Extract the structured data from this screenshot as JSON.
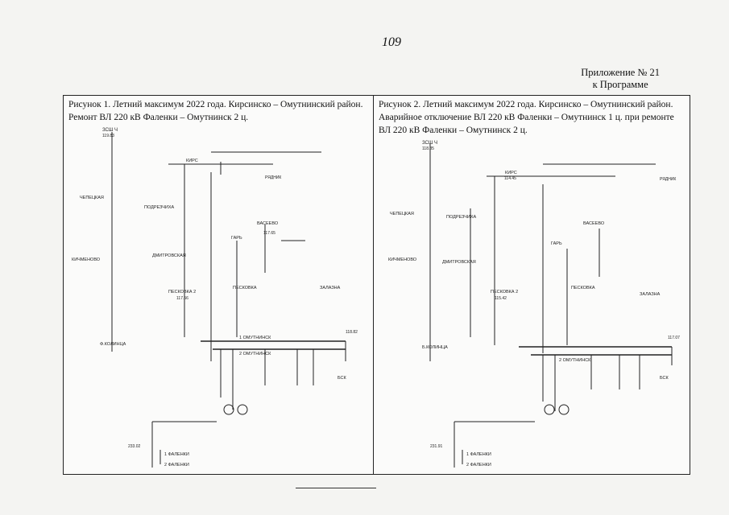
{
  "page_number": "109",
  "appendix": {
    "line1": "Приложение № 21",
    "line2": "к Программе"
  },
  "figure1": {
    "caption": "Рисунок 1. Летний максимум 2022 года. Кирсинско – Омутнинский район. Ремонт ВЛ 220 кВ Фаленки – Омутнинск  2 ц.",
    "labels": {
      "top": "ЗСШ Ч",
      "kirs": "КИРС",
      "chepetsk": "ЧЕПЕЦКАЯ",
      "podrez": "ПОДРЕЗЧИХА",
      "gar": "ГАРЬ",
      "vaseevo": "ВАСЕЕВО",
      "kozhebkino": "КИЧМЕНОВО",
      "kirs_ryad": "РЯДНИК",
      "dmitr": "ДМИТРОВСКАЯ",
      "peskovka2": "ПЕСКОВКА 2",
      "peskovka": "ПЕСКОВКА",
      "ometn1": "1 ОМУТНИНСК",
      "ometn2": "2 ОМУТНИНСК",
      "zalaz": "ЗАЛАЗНА",
      "frontier": "Ф.КОЛИНЦА",
      "falenki1": "1 ФАЛЕНКИ",
      "falenki2": "2 ФАЛЕНКИ",
      "bsk": "БСК",
      "v1": "119.83",
      "v2": "117.65",
      "v3": "117.56",
      "v4": "118.82",
      "v5": "233.02"
    }
  },
  "figure2": {
    "caption": "Рисунок 2. Летний максимум 2022 года. Кирсинско – Омутнинский район. Аварийное отключение  ВЛ 220 кВ Фаленки – Омутнинск 1 ц. при ремонте ВЛ 220 кВ Фаленки – Омутнинск  2 ц.",
    "labels": {
      "top": "ЗСШ Ч",
      "kirs": "КИРС",
      "chepetsk": "ЧЕПЕЦКАЯ",
      "podrez": "ПОДРЕЗЧИХА",
      "gar": "ГАРЬ",
      "vaseevo": "ВАСЕЕВО",
      "kozhebkino": "КИЧМЕНОВО",
      "kirs_ryad": "РЯДНИК",
      "dmitr": "ДМИТРОВСКАЯ",
      "peskovka2": "ПЕСКОВКА 2",
      "peskovka": "ПЕСКОВКА",
      "ometn2": "2 ОМУТНИНСК",
      "zalaz": "ЗАЛАЗНА",
      "frontier": "Б.КОЛИНЦА",
      "falenki1": "1 ФАЛЕНКИ",
      "falenki2": "2 ФАЛЕНКИ",
      "bsk": "БСК",
      "v1": "118.85",
      "v2": "114.45",
      "v3": "115.42",
      "v4": "117.07",
      "v5": "231.91"
    }
  }
}
